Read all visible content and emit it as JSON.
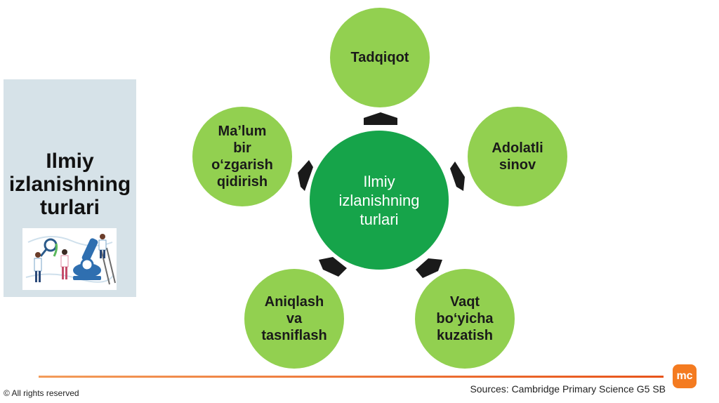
{
  "side_panel": {
    "title_lines": [
      "Ilmiy",
      "izlanishning",
      "turlari"
    ]
  },
  "diagram": {
    "center_lines": [
      "Ilmiy",
      "izlanishning",
      "turlari"
    ],
    "nodes": [
      {
        "lines": [
          "Tadqiqot"
        ]
      },
      {
        "lines": [
          "Adolatli",
          "sinov"
        ]
      },
      {
        "lines": [
          "Vaqt",
          "bo‘yicha",
          "kuzatish"
        ]
      },
      {
        "lines": [
          "Aniqlash",
          "va",
          "tasniflash"
        ]
      },
      {
        "lines": [
          "Ma’lum",
          "bir",
          "o‘zgarish",
          "qidirish"
        ]
      }
    ]
  },
  "footer": {
    "copyright": "© All rights reserved",
    "sources": "Sources: Cambridge Primary Science G5 SB",
    "logo_text": "mc"
  },
  "colors": {
    "node_fill": "#92d050",
    "center_fill": "#16a44a",
    "panel_bg": "#d6e2e8",
    "footer_accent": "#e8541a"
  }
}
